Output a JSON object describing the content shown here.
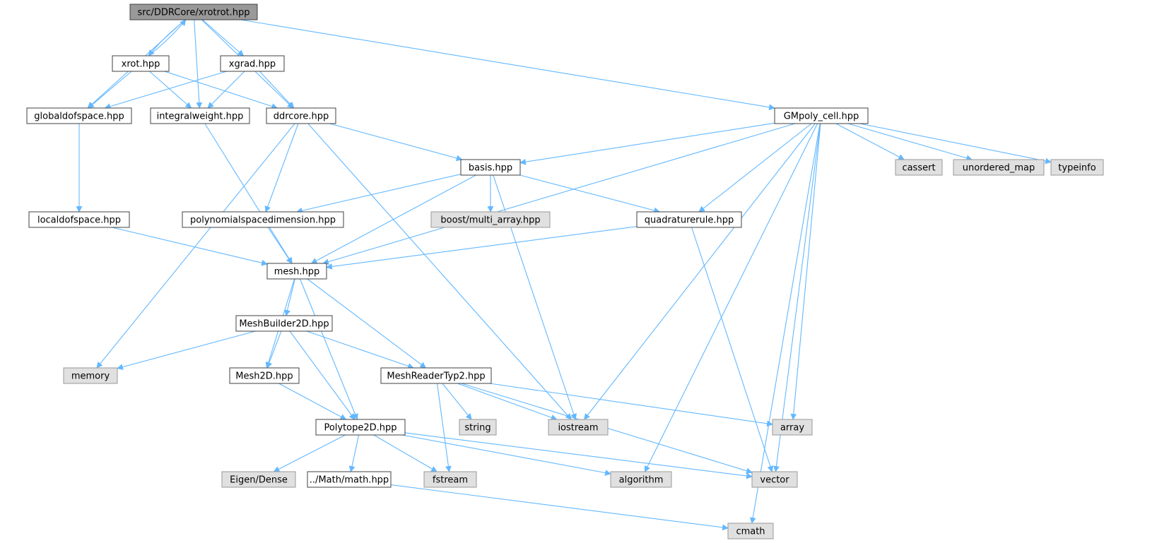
{
  "graph": {
    "colors": {
      "edge": "#63b8ff",
      "node_border": "#404040",
      "node_fill": "#ffffff",
      "root_fill": "#999999",
      "external_fill": "#e0e0e0",
      "external_border": "#999999"
    },
    "nodes": [
      {
        "id": "xrotrot",
        "label": "src/DDRCore/xrotrot.hpp",
        "kind": "root"
      },
      {
        "id": "xrot",
        "label": "xrot.hpp",
        "kind": "file"
      },
      {
        "id": "xgrad",
        "label": "xgrad.hpp",
        "kind": "file"
      },
      {
        "id": "globaldofspace",
        "label": "globaldofspace.hpp",
        "kind": "file"
      },
      {
        "id": "integralweight",
        "label": "integralweight.hpp",
        "kind": "file"
      },
      {
        "id": "ddrcore",
        "label": "ddrcore.hpp",
        "kind": "file"
      },
      {
        "id": "gmpoly",
        "label": "GMpoly_cell.hpp",
        "kind": "file"
      },
      {
        "id": "basis",
        "label": "basis.hpp",
        "kind": "file"
      },
      {
        "id": "cassert",
        "label": "cassert",
        "kind": "external"
      },
      {
        "id": "unordered_map",
        "label": "unordered_map",
        "kind": "external"
      },
      {
        "id": "typeinfo",
        "label": "typeinfo",
        "kind": "external"
      },
      {
        "id": "localdofspace",
        "label": "localdofspace.hpp",
        "kind": "file"
      },
      {
        "id": "polyspacedim",
        "label": "polynomialspacedimension.hpp",
        "kind": "file"
      },
      {
        "id": "multi_array",
        "label": "boost/multi_array.hpp",
        "kind": "external"
      },
      {
        "id": "quadrule",
        "label": "quadraturerule.hpp",
        "kind": "file"
      },
      {
        "id": "mesh",
        "label": "mesh.hpp",
        "kind": "file"
      },
      {
        "id": "meshbuilder",
        "label": "MeshBuilder2D.hpp",
        "kind": "file"
      },
      {
        "id": "memory",
        "label": "memory",
        "kind": "external"
      },
      {
        "id": "mesh2d",
        "label": "Mesh2D.hpp",
        "kind": "file"
      },
      {
        "id": "meshreader",
        "label": "MeshReaderTyp2.hpp",
        "kind": "file"
      },
      {
        "id": "string",
        "label": "string",
        "kind": "external"
      },
      {
        "id": "iostream",
        "label": "iostream",
        "kind": "external"
      },
      {
        "id": "array",
        "label": "array",
        "kind": "external"
      },
      {
        "id": "polytope",
        "label": "Polytope2D.hpp",
        "kind": "file"
      },
      {
        "id": "eigen",
        "label": "Eigen/Dense",
        "kind": "external"
      },
      {
        "id": "math",
        "label": "../Math/math.hpp",
        "kind": "file"
      },
      {
        "id": "fstream",
        "label": "fstream",
        "kind": "external"
      },
      {
        "id": "algorithm",
        "label": "algorithm",
        "kind": "external"
      },
      {
        "id": "vector",
        "label": "vector",
        "kind": "external"
      },
      {
        "id": "cmath",
        "label": "cmath",
        "kind": "external"
      }
    ],
    "edges": [
      [
        "xrotrot",
        "xrot"
      ],
      [
        "xrotrot",
        "xgrad"
      ],
      [
        "xrotrot",
        "globaldofspace"
      ],
      [
        "xrotrot",
        "integralweight"
      ],
      [
        "xrotrot",
        "ddrcore"
      ],
      [
        "xrotrot",
        "gmpoly"
      ],
      [
        "xrot",
        "xrotrot"
      ],
      [
        "xrot",
        "globaldofspace"
      ],
      [
        "xrot",
        "integralweight"
      ],
      [
        "xrot",
        "ddrcore"
      ],
      [
        "xgrad",
        "globaldofspace"
      ],
      [
        "xgrad",
        "integralweight"
      ],
      [
        "xgrad",
        "ddrcore"
      ],
      [
        "globaldofspace",
        "localdofspace"
      ],
      [
        "integralweight",
        "mesh"
      ],
      [
        "ddrcore",
        "basis"
      ],
      [
        "ddrcore",
        "polyspacedim"
      ],
      [
        "ddrcore",
        "memory"
      ],
      [
        "ddrcore",
        "iostream"
      ],
      [
        "gmpoly",
        "basis"
      ],
      [
        "gmpoly",
        "cassert"
      ],
      [
        "gmpoly",
        "unordered_map"
      ],
      [
        "gmpoly",
        "typeinfo"
      ],
      [
        "gmpoly",
        "quadrule"
      ],
      [
        "gmpoly",
        "mesh"
      ],
      [
        "gmpoly",
        "iostream"
      ],
      [
        "gmpoly",
        "algorithm"
      ],
      [
        "gmpoly",
        "array"
      ],
      [
        "gmpoly",
        "vector"
      ],
      [
        "gmpoly",
        "cmath"
      ],
      [
        "basis",
        "polyspacedim"
      ],
      [
        "basis",
        "multi_array"
      ],
      [
        "basis",
        "quadrule"
      ],
      [
        "basis",
        "mesh"
      ],
      [
        "basis",
        "iostream"
      ],
      [
        "localdofspace",
        "mesh"
      ],
      [
        "polyspacedim",
        "mesh"
      ],
      [
        "quadrule",
        "mesh"
      ],
      [
        "quadrule",
        "vector"
      ],
      [
        "mesh",
        "meshbuilder"
      ],
      [
        "mesh",
        "mesh2d"
      ],
      [
        "mesh",
        "meshreader"
      ],
      [
        "mesh",
        "polytope"
      ],
      [
        "meshbuilder",
        "memory"
      ],
      [
        "meshbuilder",
        "mesh2d"
      ],
      [
        "meshbuilder",
        "meshreader"
      ],
      [
        "meshbuilder",
        "polytope"
      ],
      [
        "mesh2d",
        "polytope"
      ],
      [
        "meshreader",
        "string"
      ],
      [
        "meshreader",
        "iostream"
      ],
      [
        "meshreader",
        "array"
      ],
      [
        "meshreader",
        "fstream"
      ],
      [
        "meshreader",
        "vector"
      ],
      [
        "polytope",
        "eigen"
      ],
      [
        "polytope",
        "math"
      ],
      [
        "polytope",
        "fstream"
      ],
      [
        "polytope",
        "algorithm"
      ],
      [
        "polytope",
        "vector"
      ],
      [
        "math",
        "cmath"
      ]
    ]
  }
}
